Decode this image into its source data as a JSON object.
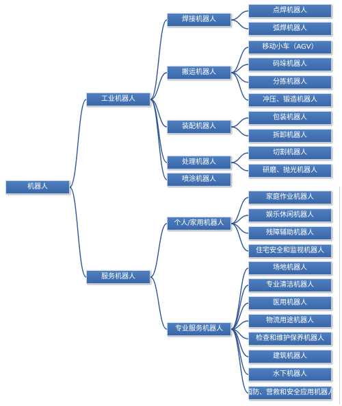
{
  "diagram": {
    "root": {
      "label": "机器人",
      "children": [
        {
          "label": "工业机器人",
          "children": [
            {
              "label": "焊接机器人",
              "children": [
                "点焊机器人",
                "弧焊机器人"
              ]
            },
            {
              "label": "搬运机器人",
              "children": [
                "移动小车（AGV）",
                "码垛机器人",
                "分拣机器人",
                "冲压、锻造机器人"
              ]
            },
            {
              "label": "装配机器人",
              "children": [
                "包装机器人",
                "拆卸机器人"
              ]
            },
            {
              "label": "处理机器人",
              "children": [
                "切割机器人",
                "研磨、抛光机器人"
              ]
            },
            {
              "label": "喷涂机器人",
              "children": []
            }
          ]
        },
        {
          "label": "服务机器人",
          "children": [
            {
              "label": "个人/家用机器人",
              "children": [
                "家庭作业机器人",
                "娱乐休闲机器人",
                "残障辅助机器人",
                "住宅安全和监视机器人"
              ]
            },
            {
              "label": "专业服务机器人",
              "children": [
                "场地机器人",
                "专业清洁机器人",
                "医用机器人",
                "物流用途机器人",
                "检查和维护保养机器人",
                "建筑机器人",
                "水下机器人",
                "国防、营救和安全应用机器人"
              ]
            }
          ]
        }
      ]
    },
    "colors": {
      "node_fill": "#3f6fb0",
      "connector": "#2f5597",
      "node_text": "#ffffff"
    }
  }
}
